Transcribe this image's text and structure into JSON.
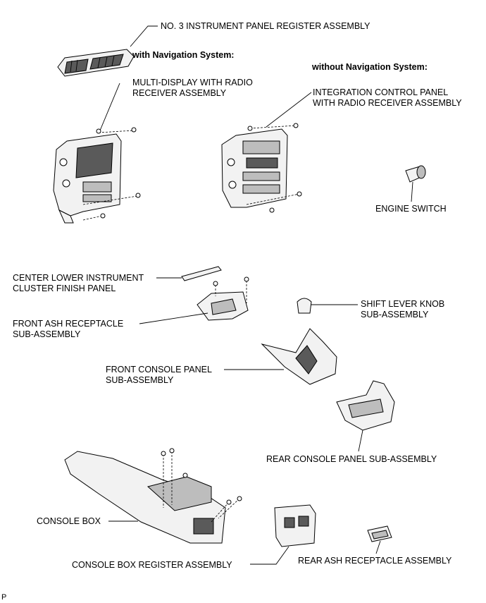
{
  "labels": {
    "register_no3": "NO. 3 INSTRUMENT PANEL REGISTER ASSEMBLY",
    "with_nav": "with Navigation System:",
    "without_nav": "without Navigation System:",
    "multi_display": "MULTI-DISPLAY WITH RADIO\nRECEIVER ASSEMBLY",
    "integration_panel": "INTEGRATION CONTROL PANEL\nWITH RADIO RECEIVER ASSEMBLY",
    "engine_switch": "ENGINE SWITCH",
    "center_lower_finish": "CENTER LOWER INSTRUMENT\nCLUSTER FINISH PANEL",
    "shift_knob": "SHIFT LEVER KNOB\nSUB-ASSEMBLY",
    "front_ash": "FRONT ASH RECEPTACLE\nSUB-ASSEMBLY",
    "front_console": "FRONT CONSOLE PANEL\nSUB-ASSEMBLY",
    "rear_console": "REAR CONSOLE PANEL SUB-ASSEMBLY",
    "console_box": "CONSOLE BOX",
    "console_register": "CONSOLE BOX REGISTER ASSEMBLY",
    "rear_ash": "REAR ASH RECEPTACLE ASSEMBLY",
    "figure_code": "P"
  }
}
